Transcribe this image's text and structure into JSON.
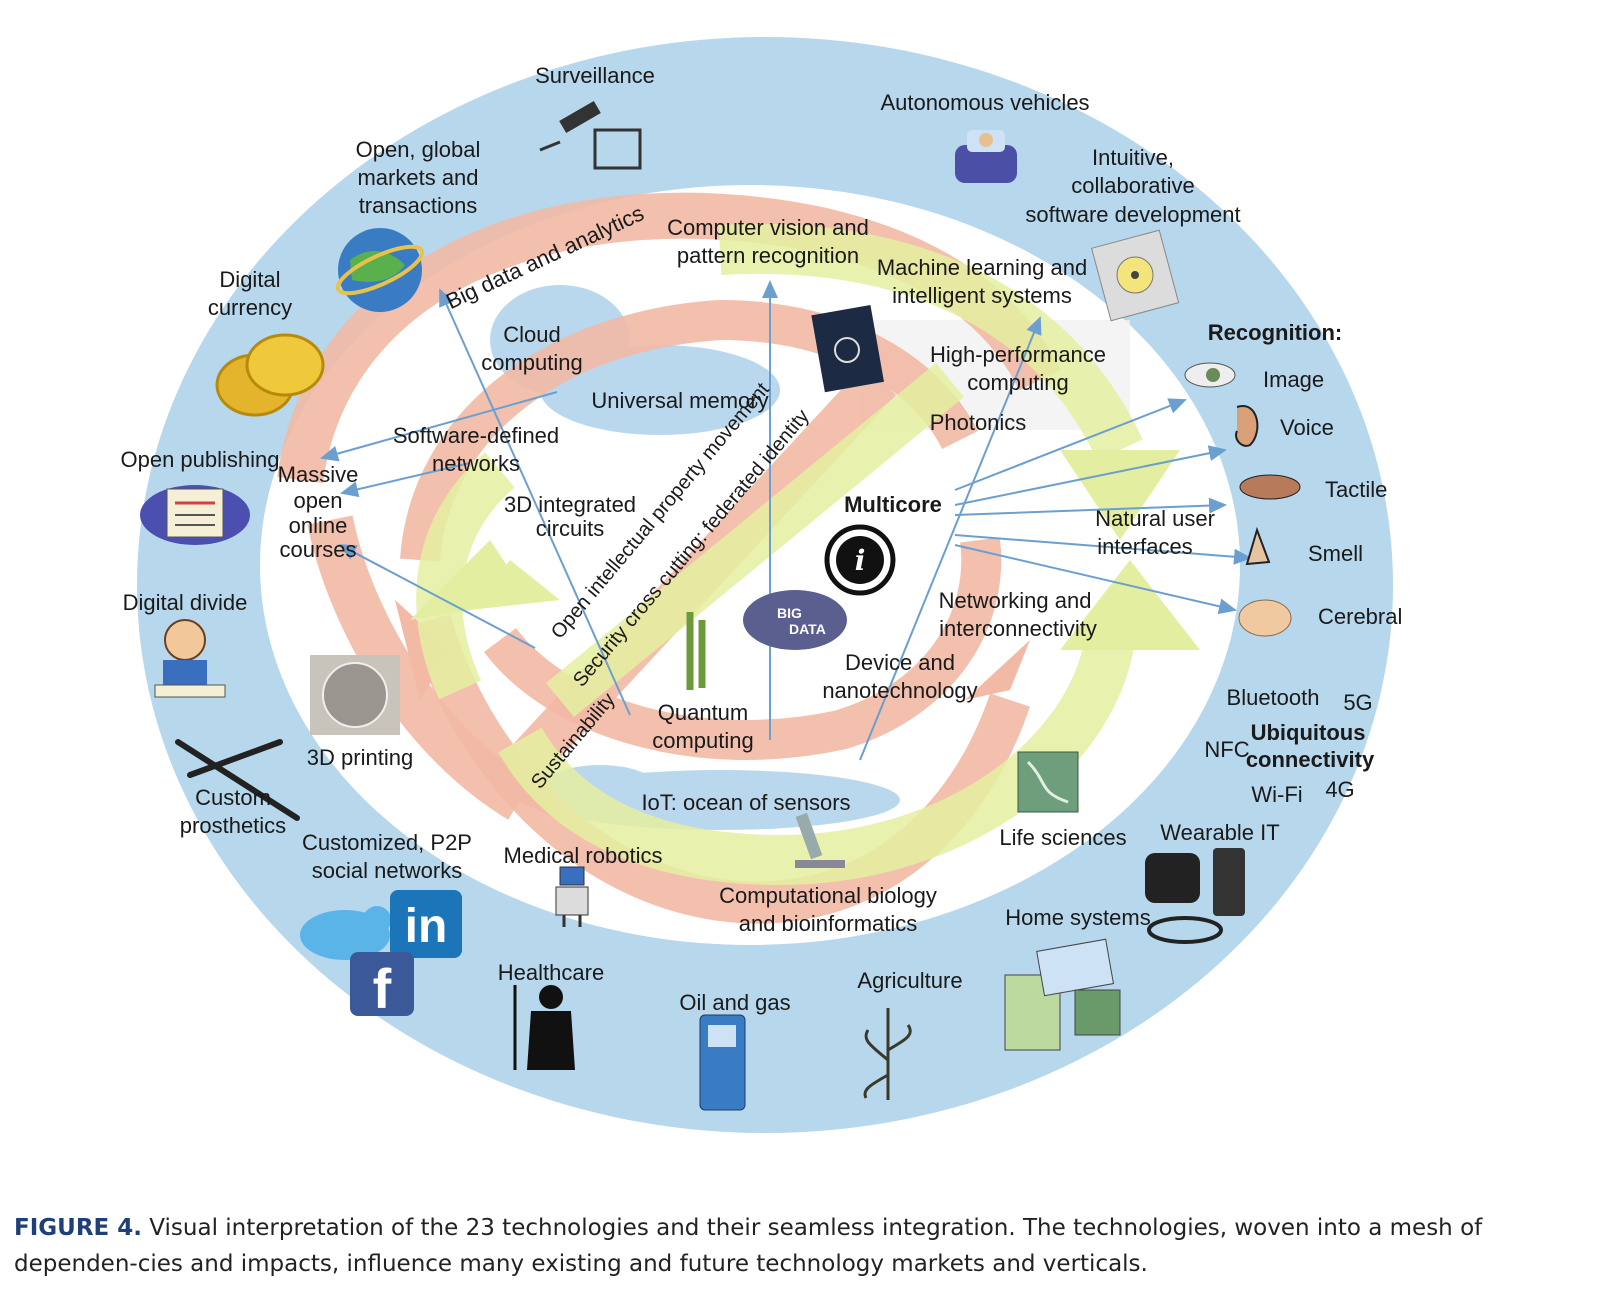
{
  "caption": {
    "label": "FIGURE 4.",
    "text": " Visual interpretation of the 23 technologies and their seamless integration. The technologies, woven into a mesh of dependen-cies and impacts, influence many existing and future technology markets and verticals."
  },
  "outer_ring": {
    "surveillance": "Surveillance",
    "autonomous": "Autonomous vehicles",
    "intuitive": [
      "Intuitive,",
      "collaborative",
      "software development"
    ],
    "open_global": [
      "Open, global",
      "markets and",
      "transactions"
    ],
    "digital_currency": [
      "Digital",
      "currency"
    ],
    "open_publishing": "Open publishing",
    "digital_divide": "Digital divide",
    "custom_prosthetics": [
      "Custom",
      "prosthetics"
    ],
    "customized_p2p": [
      "Customized, P2P",
      "social networks"
    ],
    "healthcare": "Healthcare",
    "oil_gas": "Oil and gas",
    "agriculture": "Agriculture",
    "home_systems": "Home systems",
    "wearable": "Wearable IT",
    "life_sciences": "Life sciences",
    "recognition": {
      "title": "Recognition:",
      "items": [
        "Image",
        "Voice",
        "Tactile",
        "Smell",
        "Cerebral"
      ]
    },
    "connectivity": {
      "bluetooth": "Bluetooth",
      "g5": "5G",
      "nfc": "NFC",
      "title": [
        "Ubiquitous",
        "connectivity"
      ],
      "wifi": "Wi-Fi",
      "g4": "4G"
    }
  },
  "inner": {
    "big_data": "Big data and analytics",
    "computer_vision": [
      "Computer vision and",
      "pattern recognition"
    ],
    "machine_learning": [
      "Machine learning and",
      "intelligent systems"
    ],
    "cloud": [
      "Cloud",
      "computing"
    ],
    "universal_memory": "Universal memory",
    "hpc": [
      "High-performance",
      "computing"
    ],
    "photonics": "Photonics",
    "sdn": [
      "Software-defined",
      "networks"
    ],
    "mooc": [
      "Massive",
      "open",
      "online",
      "courses"
    ],
    "integrated_3d": [
      "3D integrated",
      "circuits"
    ],
    "multicore": "Multicore",
    "natural_ui": [
      "Natural user",
      "interfaces"
    ],
    "networking": [
      "Networking and",
      "interconnectivity"
    ],
    "device_nano": [
      "Device and",
      "nanotechnology"
    ],
    "quantum": [
      "Quantum",
      "computing"
    ],
    "printing_3d": "3D printing",
    "iot": "IoT: ocean of sensors",
    "medical_robotics": "Medical robotics",
    "comp_bio": [
      "Computational biology",
      "and bioinformatics"
    ],
    "open_ip": "Open intellectual property movement",
    "security": "Security cross cutting: federated identity",
    "sustainability": "Sustainability",
    "big_data_cloud": [
      "BIG",
      "DATA"
    ]
  },
  "colors": {
    "ring": "#b7d7ec",
    "salmon": "#f2b9a5",
    "yellow": "#e4eea0",
    "arrow_line": "#6b9fd0",
    "caption_label": "#1f3f77"
  }
}
